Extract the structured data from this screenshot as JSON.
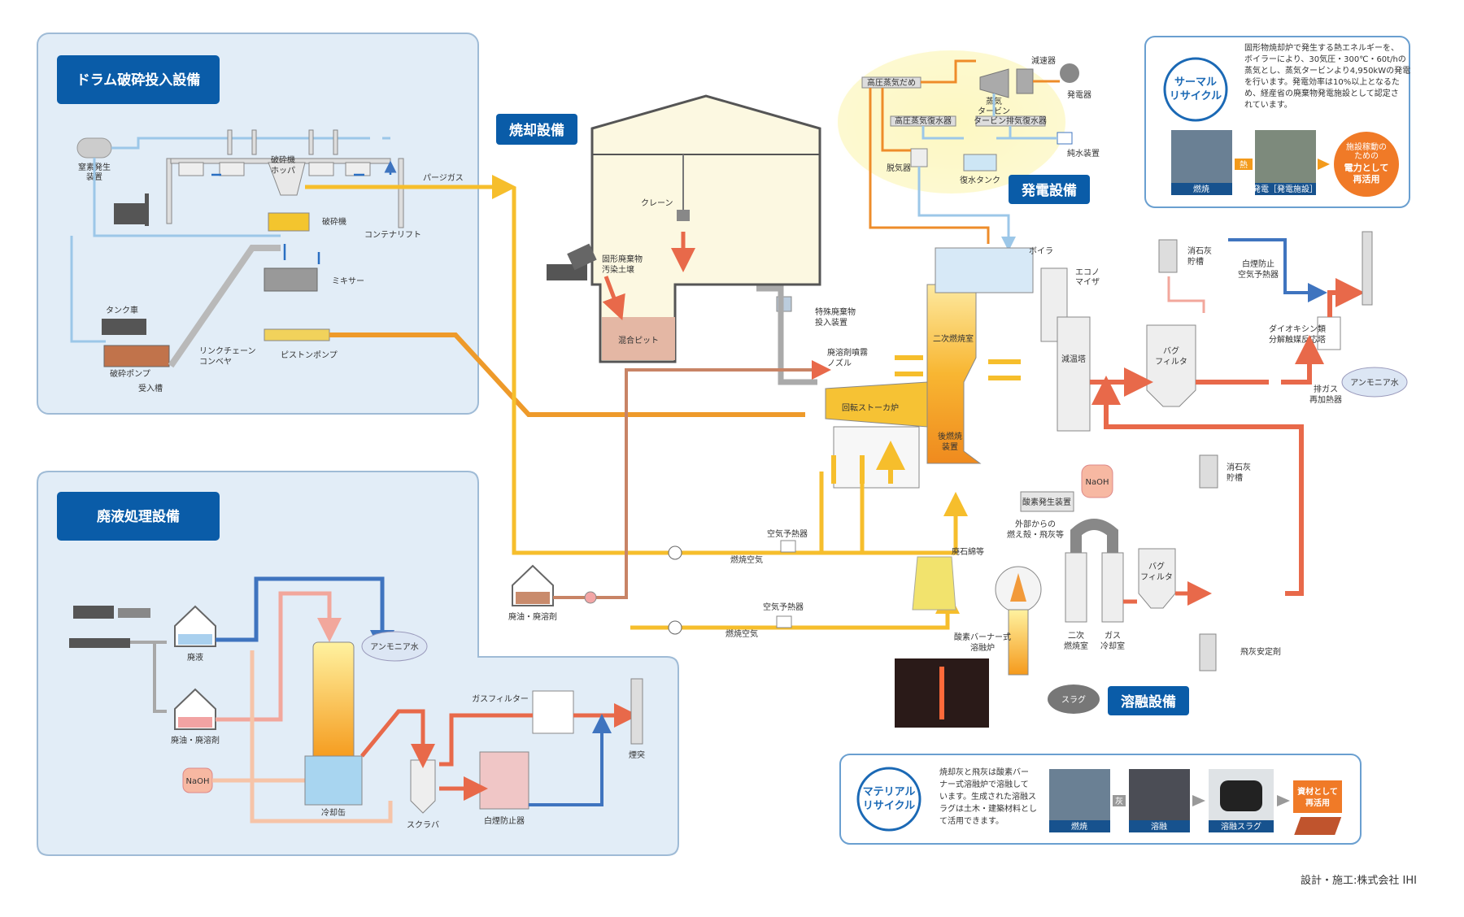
{
  "sections": {
    "drum": "ドラム破砕投入設備",
    "liquid": "廃液処理設備",
    "incin": "焼却設備",
    "power": "発電設備",
    "melt": "溶融設備"
  },
  "drum": {
    "nitrogen": [
      "窒素発生",
      "装置"
    ],
    "purge": "パージガス",
    "hopper": [
      "破砕機",
      "ホッパ"
    ],
    "crusher": "破砕機",
    "lift": "コンテナリフト",
    "mixer": "ミキサー",
    "tanker": "タンク車",
    "crush_pump": "破砕ポンプ",
    "receiving": "受入槽",
    "link": [
      "リンクチェーン",
      "コンベヤ"
    ],
    "piston": "ピストンポンプ"
  },
  "liquid": {
    "waste": "廃液",
    "oil": "廃油・廃溶剤",
    "naoh": "NaOH",
    "ammonia": "アンモニア水",
    "cooler": "冷却缶",
    "scrubber": "スクラバ",
    "gasfilter": "ガスフィルター",
    "whitesmoke": "白煙防止器",
    "stack": "煙突"
  },
  "incin": {
    "crane": "クレーン",
    "solid": [
      "固形廃棄物",
      "汚染土壌"
    ],
    "pit": "混合ピット",
    "special": [
      "特殊廃棄物",
      "投入装置"
    ],
    "nozzle": [
      "廃溶剤噴霧",
      "ノズル"
    ],
    "kiln": "回転ストーカ炉",
    "secondary": "二次燃焼室",
    "post": [
      "後燃焼",
      "装置"
    ],
    "airpre1": "空気予熱器",
    "air1": "燃焼空気",
    "airpre2": "空気予熱器",
    "air2": "燃焼空気",
    "oil": "廃油・廃溶剤"
  },
  "power": {
    "header": "高圧蒸気だめ",
    "reducer": "減速器",
    "generator": "発電器",
    "turbine": [
      "蒸気",
      "タービン"
    ],
    "hp_cond": "高圧蒸気復水器",
    "t_cond": "タービン排気復水器",
    "pure": "純水装置",
    "deaerator": "脱気器",
    "tank": "復水タンク",
    "boiler": "ボイラ",
    "econ": [
      "エコノ",
      "マイザ"
    ]
  },
  "gas": {
    "lime1": [
      "消石灰",
      "貯槽"
    ],
    "whiteair": [
      "白煙防止",
      "空気予熱器"
    ],
    "quench": "減温塔",
    "bag1": [
      "バグ",
      "フィルタ"
    ],
    "dioxin": [
      "ダイオキシン類",
      "分解触媒反応塔"
    ],
    "ammonia": "アンモニア水",
    "reheat": [
      "排ガス",
      "再加熱器"
    ],
    "naoh": "NaOH",
    "oxygen": "酸素発生装置",
    "lime2": [
      "消石灰",
      "貯槽"
    ],
    "outside": [
      "外部からの",
      "燃え殻・飛灰等"
    ],
    "asbestos": "廃石綿等",
    "bag2": [
      "バグ",
      "フィルタ"
    ],
    "melter": [
      "酸素バーナー式",
      "溶融炉"
    ],
    "sec2": [
      "二次",
      "燃焼室"
    ],
    "gcool": [
      "ガス",
      "冷却室"
    ],
    "flyash": "飛灰安定剤",
    "slag": "スラグ"
  },
  "thermal": {
    "title": [
      "サーマル",
      "リサイクル"
    ],
    "desc": [
      "固形物焼却炉で発生する熱エネルギーを、",
      "ボイラーにより、30気圧・300℃・60t/hの",
      "蒸気とし、蒸気タービンより4,950kWの発電",
      "を行います。発電効率は10%以上となるた",
      "め、経産省の廃棄物発電施設として認定さ",
      "れています。"
    ],
    "burn": "燃焼",
    "heat": "熱",
    "gen": "発電［発電施設］",
    "result": [
      "施設稼動の",
      "ための",
      "電力として",
      "再活用"
    ]
  },
  "material": {
    "title": [
      "マテリアル",
      "リサイクル"
    ],
    "desc": [
      "焼却灰と飛灰は酸素バー",
      "ナー式溶融炉で溶融して",
      "います。生成された溶融ス",
      "ラグは土木・建築材料とし",
      "て活用できます。"
    ],
    "burn": "燃焼",
    "ash": "灰",
    "melt": "溶融",
    "slag": "溶融スラグ",
    "result": [
      "資材として",
      "再活用"
    ]
  },
  "footer": "設計・施工:株式会社 IHI",
  "colors": {
    "navy": "#0a5ca8",
    "panel": "#e2edf7",
    "flow_yellow": "#f6be2c",
    "flow_orange": "#ee8c2a",
    "flow_red": "#e8694a",
    "flow_pink": "#f2a79c",
    "flow_lightblue": "#9cc7e8",
    "flow_blue": "#3f74bf",
    "flow_brown": "#c88466",
    "flow_gray": "#a8a8a8"
  }
}
